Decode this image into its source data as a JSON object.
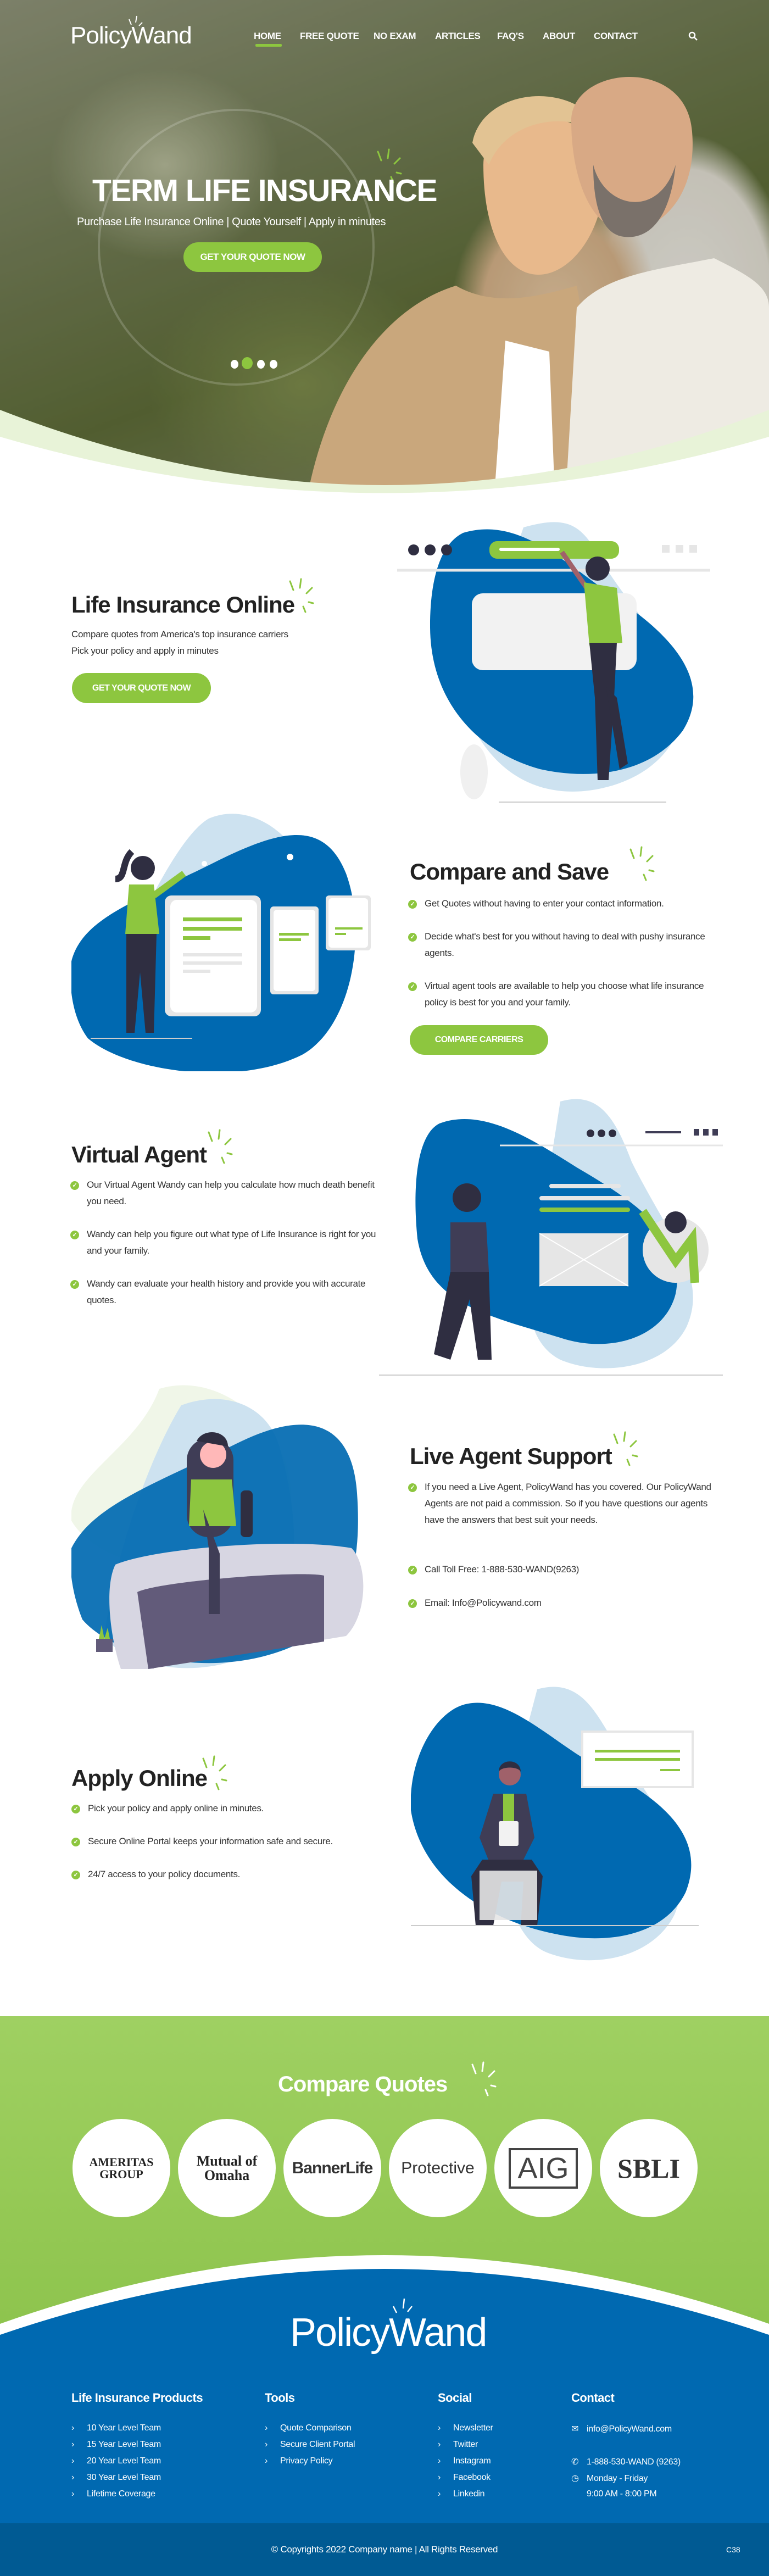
{
  "nav": {
    "logo": "PolicyWand",
    "items": [
      "HOME",
      "FREE QUOTE",
      "NO EXAM",
      "ARTICLES",
      "FAQ'S",
      "ABOUT",
      "CONTACT"
    ],
    "active": "HOME",
    "search_icon": "search-icon"
  },
  "hero": {
    "title": "TERM LIFE INSURANCE",
    "subtitle": "Purchase Life Insurance Online | Quote Yourself | Apply in minutes",
    "cta": "GET YOUR QUOTE NOW",
    "slides": 4,
    "active_slide": 2
  },
  "colors": {
    "green": "#8dc63f",
    "blue": "#0069b1",
    "light_blue": "#cde2f0",
    "dark": "#2f2e41"
  },
  "section1": {
    "title": "Life Insurance Online",
    "lines": [
      "Compare quotes from America's top insurance carriers",
      "Pick your policy and apply in minutes"
    ],
    "cta": "GET YOUR QUOTE NOW"
  },
  "section2": {
    "title": "Compare and Save",
    "bullets": [
      "Get Quotes without having to enter your contact information.",
      "Decide what's best for you without having to deal with pushy insurance agents.",
      "Virtual agent tools are available to help you choose what life insurance policy is best for you and your family."
    ],
    "cta": "COMPARE CARRIERS"
  },
  "section3": {
    "title": "Virtual Agent",
    "bullets": [
      "Our Virtual Agent Wandy can help you calculate how much death benefit you need.",
      "Wandy can help you figure out what type of Life Insurance is right for you and your family.",
      "Wandy can evaluate your health history and provide you with accurate quotes."
    ]
  },
  "section4": {
    "title": "Live Agent Support",
    "bullets": [
      "If you need a Live Agent, PolicyWand has you covered.  Our PolicyWand Agents are not paid a commission. So if you have questions our agents have the answers that best suit your needs.",
      "Call Toll Free: 1-888-530-WAND(9263)",
      "Email: Info@Policywand.com"
    ]
  },
  "section5": {
    "title": "Apply Online",
    "bullets": [
      "Pick your policy and apply online in minutes.",
      "Secure Online Portal keeps your information safe and secure.",
      "24/7 access to your policy documents."
    ]
  },
  "compare": {
    "title": "Compare Quotes",
    "carriers": [
      "AMERITAS GROUP",
      "Mutual of Omaha",
      "BannerLife",
      "Protective",
      "AIG",
      "SBLI"
    ]
  },
  "footer": {
    "logo": "PolicyWand",
    "products": {
      "title": "Life Insurance Products",
      "items": [
        "10 Year Level Team",
        "15 Year Level Team",
        "20 Year Level Team",
        "30 Year Level Team",
        "Lifetime Coverage"
      ]
    },
    "tools": {
      "title": "Tools",
      "items": [
        "Quote Comparison",
        "Secure Client Portal",
        "Privacy Policy"
      ]
    },
    "social": {
      "title": "Social",
      "items": [
        "Newsletter",
        "Twitter",
        "Instagram",
        "Facebook",
        "Linkedin"
      ]
    },
    "contact": {
      "title": "Contact",
      "email": "info@PolicyWand.com",
      "phone": "1-888-530-WAND (9263)",
      "hours_days": "Monday - Friday",
      "hours_time": "9:00 AM - 8:00 PM"
    },
    "copyright": "© Copyrights 2022 Company name | All Rights Reserved",
    "badge": "C38"
  }
}
